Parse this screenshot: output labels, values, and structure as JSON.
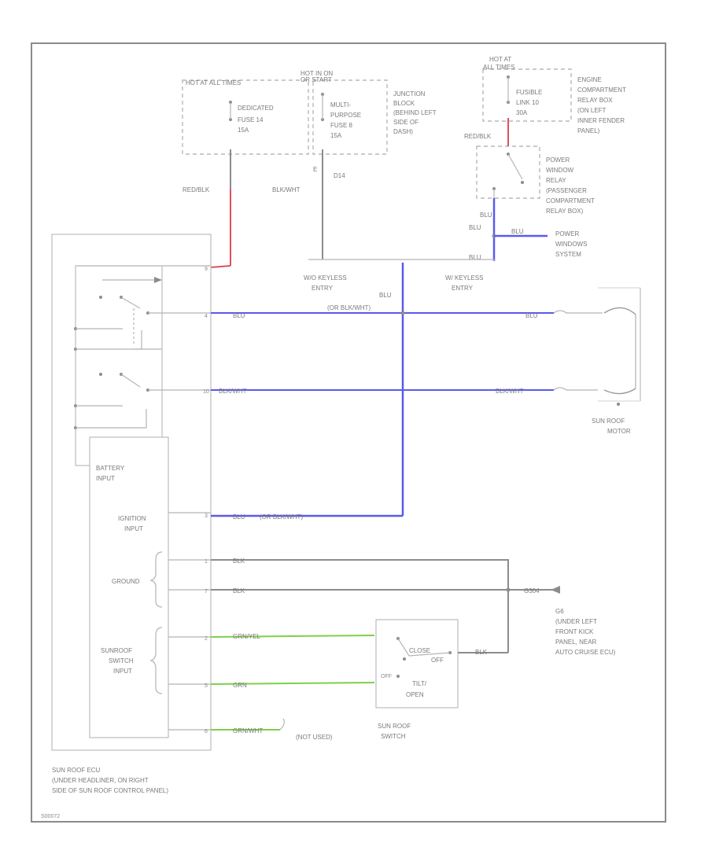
{
  "colors": {
    "blue_wire": "#5a5aee",
    "red_wire": "#e05060",
    "green_wire": "#7ed04a",
    "gray_wire": "#8c8c8c"
  },
  "fuse_box_left": {
    "header": "HOT AT ALL TIMES",
    "fuse_line1": "DEDICATED",
    "fuse_line2": "FUSE 14",
    "fuse_line3": "15A"
  },
  "fuse_box_mid": {
    "header_line1": "HOT IN ON",
    "header_line2": "OR START",
    "fuse_line1": "MULTI-",
    "fuse_line2": "PURPOSE",
    "fuse_line3": "FUSE 8",
    "fuse_line4": "15A"
  },
  "junction_block": [
    "JUNCTION",
    "BLOCK",
    "(BEHIND LEFT",
    "SIDE OF",
    "DASH)"
  ],
  "engine_box": {
    "header_line1": "HOT AT",
    "header_line2": "ALL TIMES",
    "fuse_line1": "FUSIBLE",
    "fuse_line2": "LINK 10",
    "fuse_line3": "30A",
    "label": [
      "ENGINE",
      "COMPARTMENT",
      "RELAY BOX",
      "(ON LEFT",
      "INNER FENDER",
      "PANEL)"
    ]
  },
  "power_window_relay": [
    "POWER",
    "WINDOW",
    "RELAY",
    "(PASSENGER",
    "COMPARTMENT",
    "RELAY BOX)"
  ],
  "power_windows_system": [
    "POWER",
    "WINDOWS",
    "SYSTEM"
  ],
  "wire_labels": {
    "red_blk": "RED/BLK",
    "red_blk_2": "RED/BLK",
    "blk_wht_left": "BLK/WHT",
    "d14": "D14",
    "pin_e": "E",
    "blu_1": "BLU",
    "blu_2": "BLU",
    "blu_mid": "BLU",
    "blu_3": "BLU",
    "or_blk_wht": "(OR BLK/WHT)",
    "blu_motor": "BLU",
    "blk_wht_row": "BLK/WHT",
    "blk_wht_motor": "BLK/WHT",
    "blu_ign": "BLU",
    "or_blk_wht_ign": "(OR BLK/WHT)",
    "blk_1": "BLK",
    "blk_2": "BLK",
    "g304": "G304",
    "grn_yel": "GRN/YEL",
    "grn": "GRN",
    "grn_wht": "GRN/WHT",
    "blk_switch": "BLK"
  },
  "keyless_left": [
    "W/O KEYLESS",
    "ENTRY"
  ],
  "keyless_right": [
    "W/ KEYLESS",
    "ENTRY"
  ],
  "sunroof_motor": [
    "SUN ROOF",
    "MOTOR"
  ],
  "ground_location": [
    "G6",
    "(UNDER LEFT",
    "FRONT KICK",
    "PANEL, NEAR",
    "AUTO CRUISE ECU)"
  ],
  "ecu_inputs": {
    "battery": [
      "BATTERY",
      "INPUT"
    ],
    "ignition": [
      "IGNITION",
      "INPUT"
    ],
    "ground": "GROUND",
    "switch": [
      "SUNROOF",
      "SWITCH",
      "INPUT"
    ]
  },
  "switch": {
    "close": "CLOSE",
    "tilt_open": [
      "TILT/",
      "OPEN"
    ],
    "off": "OFF",
    "label": [
      "SUN ROOF",
      "SWITCH"
    ]
  },
  "not_used": "(NOT USED)",
  "ecu_label": [
    "SUN ROOF ECU",
    "(UNDER HEADLINER, ON RIGHT",
    "SIDE OF SUN ROOF CONTROL PANEL)"
  ],
  "pins": {
    "p1": "9",
    "p2": "4",
    "p3": "10",
    "p4": "3",
    "p5": "1",
    "p6": "7",
    "p7": "2",
    "p8": "5",
    "p9": "6"
  },
  "figure_id": "S00072"
}
